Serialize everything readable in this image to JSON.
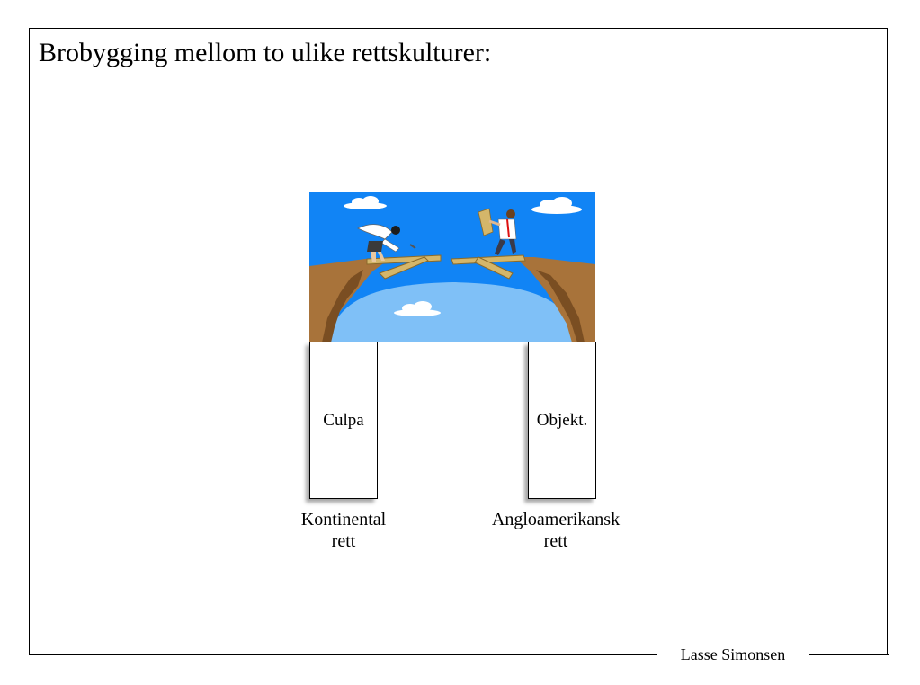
{
  "slide": {
    "title": "Brobygging mellom to ulike rettskulturer:",
    "pillars": [
      {
        "label": "Culpa"
      },
      {
        "label": "Objekt."
      }
    ],
    "captions": [
      {
        "line1": "Kontinental",
        "line2": "rett"
      },
      {
        "line1": "Angloamerikansk",
        "line2": "rett"
      }
    ],
    "footer": "Lasse Simonsen"
  },
  "illustration": {
    "icon": "bridge-building-clipart",
    "colors": {
      "sky": "#1184f5",
      "water": "#7fc0f7",
      "cliff": "#a8733a",
      "plank": "#d4b66a"
    }
  }
}
